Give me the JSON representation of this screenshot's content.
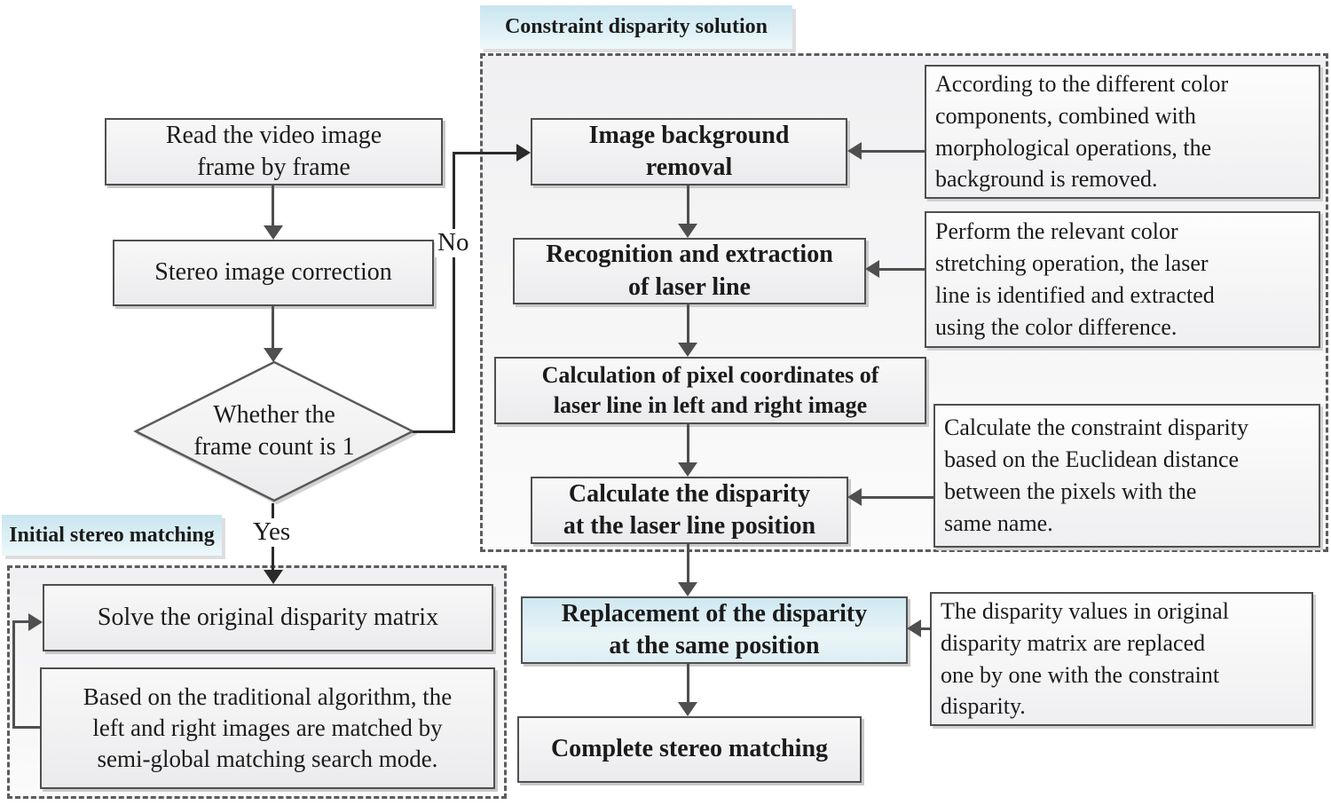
{
  "titles": {
    "constraint": "Constraint disparity solution",
    "initial": "Initial stereo matching"
  },
  "nodes": {
    "read": "Read the video image\nframe by frame",
    "stereo_correction": "Stereo image correction",
    "decision": "Whether the\nframe count is 1",
    "bg_removal": "Image background\nremoval",
    "laser_recognition": "Recognition and extraction\nof laser line",
    "pixel_coordinates": "Calculation of pixel coordinates of\nlaser line in left and right image",
    "laser_disparity": "Calculate the disparity\nat the laser line position",
    "solve_matrix": "Solve the original disparity matrix",
    "semi_global": "Based on the traditional algorithm, the\nleft and right images are matched by\nsemi-global matching search mode.",
    "replacement": "Replacement of the disparity\nat the same position",
    "complete": "Complete stereo matching"
  },
  "edge_labels": {
    "no": "No",
    "yes": "Yes"
  },
  "annotations": {
    "background_removal_note": "According to the different color\ncomponents, combined with\nmorphological operations, the\nbackground  is removed.",
    "laser_extraction_note": "Perform the relevant color\nstretching operation, the laser\nline is identified and extracted\nusing the color difference.",
    "constraint_disparity_note": "Calculate the constraint disparity\nbased on  the Euclidean distance\nbetween the pixels with the\nsame name.",
    "replacement_note": "The disparity values in original\ndisparity matrix are replaced\none by one with the constraint\ndisparity."
  },
  "colors": {
    "highlight_fill": "#d3e9f1",
    "box_border": "#4f4f4f",
    "dashed_border": "#5c5c5c",
    "arrow": "#4f4f4f",
    "text": "#1b1b1b"
  }
}
